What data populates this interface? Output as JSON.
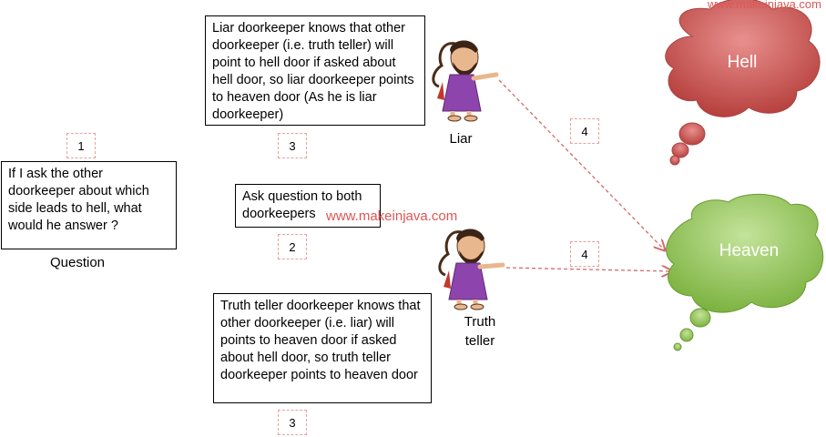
{
  "watermark_top": "www.makeinjava.com",
  "watermark_center": "www.makeinjava.com",
  "question_box": "If I ask the other doorkeeper about which side leads to hell, what would he answer ?",
  "question_label": "Question",
  "ask_box": "Ask question to both doorkeepers",
  "liar_box": "Liar doorkeeper knows that other doorkeeper (i.e. truth teller) will point to hell door if asked about hell door, so liar doorkeeper points to heaven door (As he is liar doorkeeper)",
  "truth_box": "Truth teller doorkeeper knows that other doorkeeper (i.e. liar) will points to heaven door if asked about hell door, so truth teller doorkeeper points to heaven door",
  "liar_label": "Liar",
  "truth_label": "Truth teller",
  "hell_label": "Hell",
  "heaven_label": "Heaven",
  "steps": {
    "one": "1",
    "two": "2",
    "three_top": "3",
    "three_bottom": "3",
    "four_top": "4",
    "four_bottom": "4"
  },
  "colors": {
    "hell": "#c0504d",
    "heaven": "#8bc34a",
    "arrow": "#d36a6a",
    "robe": "#8e44ad"
  }
}
